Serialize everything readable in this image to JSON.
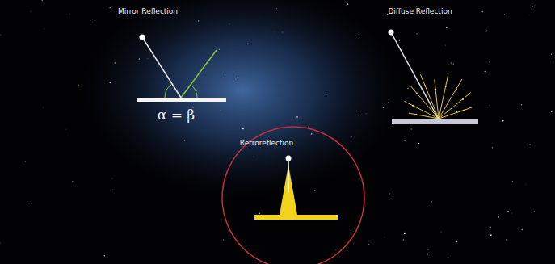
{
  "diagram": {
    "labels": [
      "Mirror Reflection",
      "α = β",
      "Diffuse Reflection",
      "Retroreflection"
    ]
  }
}
